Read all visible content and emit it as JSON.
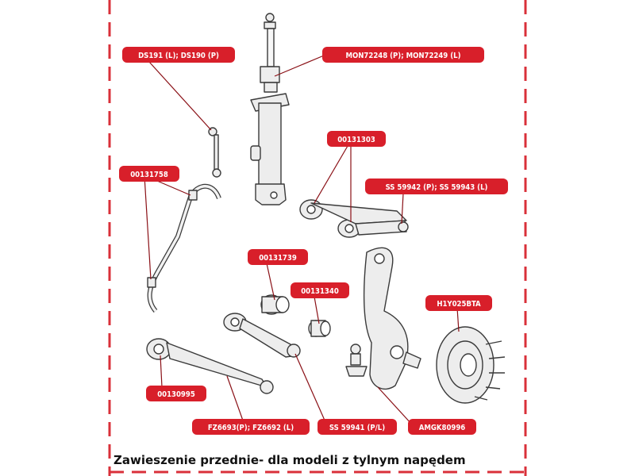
{
  "colors": {
    "border_dash": "#d9303a",
    "label_bg": "#d81f2a",
    "label_text": "#ffffff",
    "leader": "#8a1016",
    "part_stroke": "#3a3a3a",
    "part_fill": "#ededed"
  },
  "labels": {
    "ds191": "DS191 (L);  DS190 (P)",
    "mon": "MON72248 (P);  MON72249 (L)",
    "p00131303": "00131303",
    "p00131758": "00131758",
    "ss59942": "SS 59942 (P); SS 59943 (L)",
    "p00131739": "00131739",
    "p00131340": "00131340",
    "h1y": "H1Y025BTA",
    "p00130995": "00130995",
    "fz": "FZ6693(P); FZ6692 (L)",
    "ss59941": "SS 59941 (P/L)",
    "amgk": "AMGK80996"
  },
  "caption": "Zawieszenie przednie- dla modeli z tylnym napędem"
}
